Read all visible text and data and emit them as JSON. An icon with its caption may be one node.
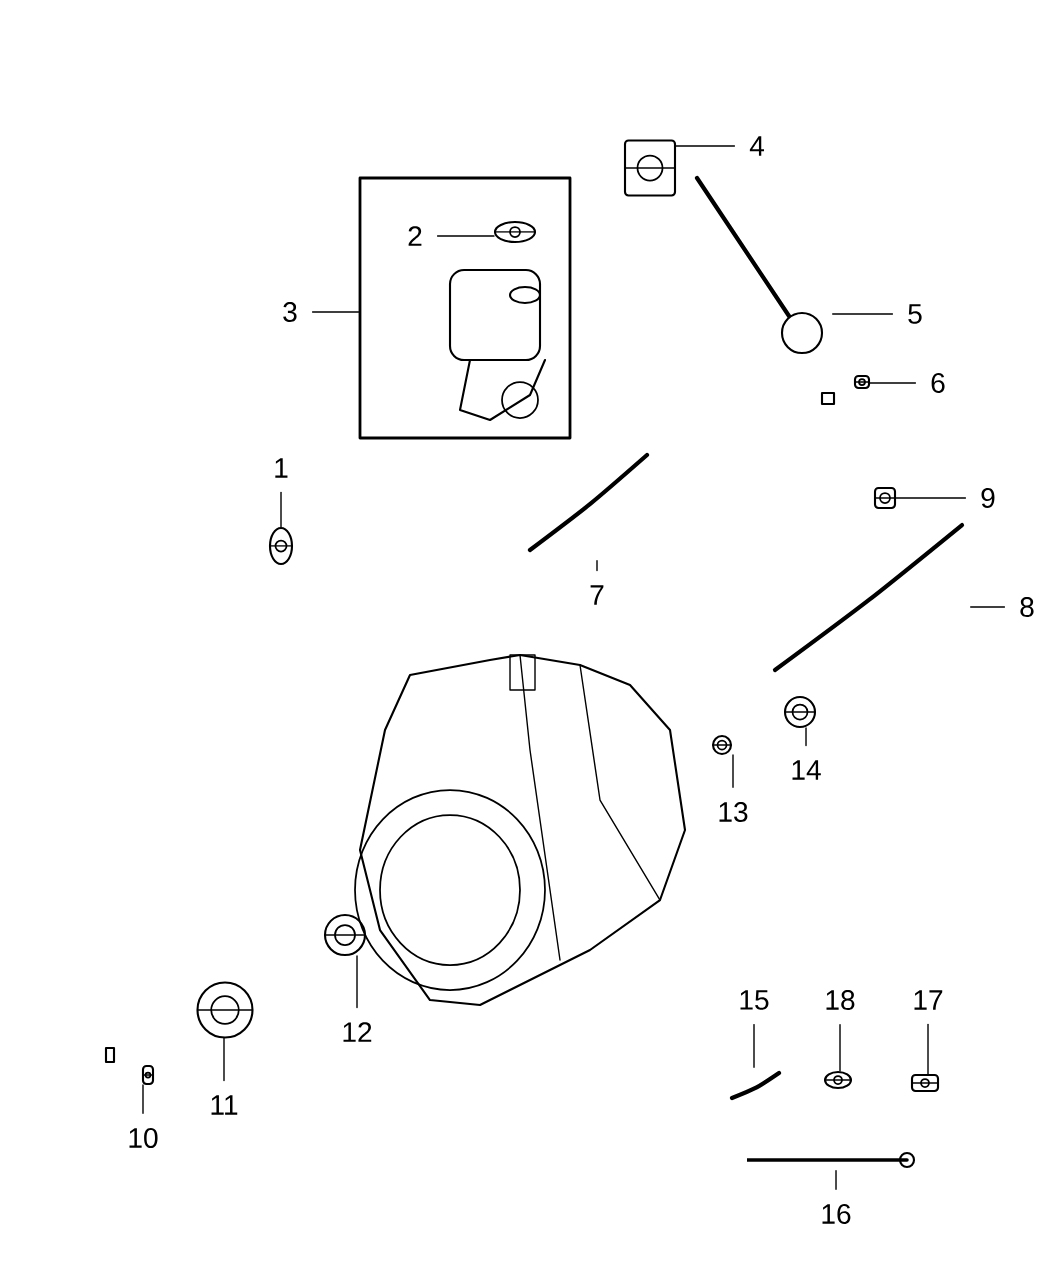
{
  "diagram": {
    "nodes": [
      {
        "text": [
          "1"
        ]
      },
      {
        "text": [],
        "shape": "picture"
      },
      {
        "text": [
          "2"
        ],
        "in": 4
      },
      {
        "text": [
          "3"
        ]
      },
      {
        "text": [],
        "shape": "box"
      },
      {
        "text": [],
        "shape": "picture",
        "in": 4
      },
      {
        "text": [
          "4"
        ]
      },
      {
        "text": [],
        "shape": "picture"
      },
      {
        "text": [
          "5"
        ]
      },
      {
        "text": [],
        "shape": "picture"
      },
      {
        "text": [
          "6"
        ]
      },
      {
        "text": [],
        "shape": "picture"
      },
      {
        "text": [
          "7"
        ]
      },
      {
        "text": [],
        "shape": "picture"
      },
      {
        "text": [
          "8"
        ]
      },
      {
        "text": [],
        "shape": "picture"
      },
      {
        "text": [
          "9"
        ]
      },
      {
        "text": [],
        "shape": "picture"
      },
      {
        "text": [
          "10"
        ]
      },
      {
        "text": [],
        "shape": "picture"
      },
      {
        "text": [
          "11"
        ]
      },
      {
        "text": [],
        "shape": "picture"
      },
      {
        "text": [
          "12"
        ]
      },
      {
        "text": [],
        "shape": "picture"
      },
      {
        "text": [
          "13"
        ]
      },
      {
        "text": [],
        "shape": "picture"
      },
      {
        "text": [
          "14"
        ]
      },
      {
        "text": [],
        "shape": "picture"
      },
      {
        "text": [
          "15"
        ]
      },
      {
        "text": [],
        "shape": "picture"
      },
      {
        "text": [
          "16"
        ]
      },
      {
        "text": [],
        "shape": "picture"
      },
      {
        "text": [
          "17"
        ]
      },
      {
        "text": [],
        "shape": "picture"
      },
      {
        "text": [
          "18"
        ]
      },
      {
        "text": [],
        "shape": "picture"
      }
    ],
    "edges": [
      {
        "from": 0,
        "to": 1,
        "arrow": "none"
      },
      {
        "from": 2,
        "to": 5,
        "arrow": "none"
      },
      {
        "from": 3,
        "to": 4,
        "arrow": "none"
      },
      {
        "from": 6,
        "to": 7,
        "arrow": "none"
      },
      {
        "from": 8,
        "to": 9,
        "arrow": "none"
      },
      {
        "from": 10,
        "to": 11,
        "arrow": "none"
      },
      {
        "from": 12,
        "to": 13,
        "arrow": "none"
      },
      {
        "from": 14,
        "to": 15,
        "arrow": "none"
      },
      {
        "from": 16,
        "to": 17,
        "arrow": "none"
      },
      {
        "from": 18,
        "to": 19,
        "arrow": "none"
      },
      {
        "from": 20,
        "to": 21,
        "arrow": "none"
      },
      {
        "from": 22,
        "to": 23,
        "arrow": "none"
      },
      {
        "from": 24,
        "to": 25,
        "arrow": "none"
      },
      {
        "from": 26,
        "to": 27,
        "arrow": "none"
      },
      {
        "from": 28,
        "to": 29,
        "arrow": "none"
      },
      {
        "from": 30,
        "to": 31,
        "arrow": "none"
      },
      {
        "from": 32,
        "to": 33,
        "arrow": "none"
      },
      {
        "from": 34,
        "to": 35,
        "arrow": "none"
      }
    ]
  }
}
